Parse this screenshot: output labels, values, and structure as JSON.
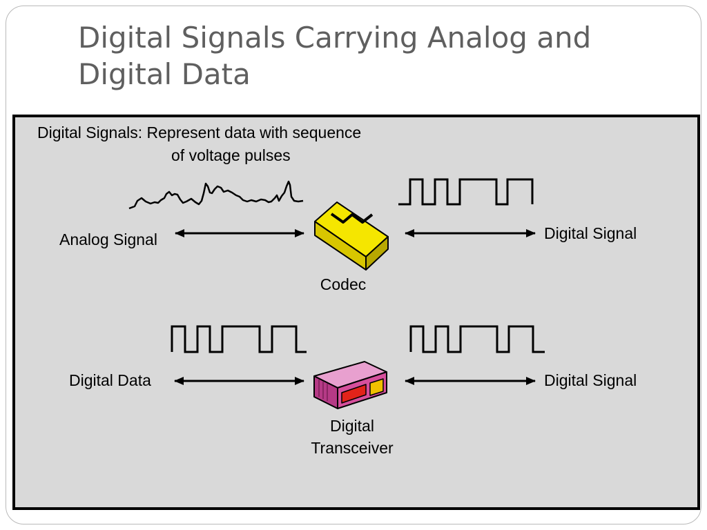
{
  "slide": {
    "title_line1": "Digital Signals Carrying Analog and",
    "title_line2": "Digital Data"
  },
  "diagram": {
    "definition_line1": "Digital Signals: Represent data with sequence",
    "definition_line2": "of voltage pulses",
    "analog_signal_label": "Analog Signal",
    "digital_signal_label_top": "Digital Signal",
    "codec_label": "Codec",
    "digital_data_label": "Digital Data",
    "digital_signal_label_bottom": "Digital Signal",
    "transceiver_label_line1": "Digital",
    "transceiver_label_line2": "Transceiver"
  },
  "colors": {
    "panel_background": "#d9d9d9",
    "codec_yellow": "#f5e600",
    "transceiver_magenta": "#d64f9c",
    "title_gray": "#5f5f5f"
  },
  "icons": {
    "codec": "codec-chip-icon",
    "transceiver": "transceiver-box-icon"
  }
}
